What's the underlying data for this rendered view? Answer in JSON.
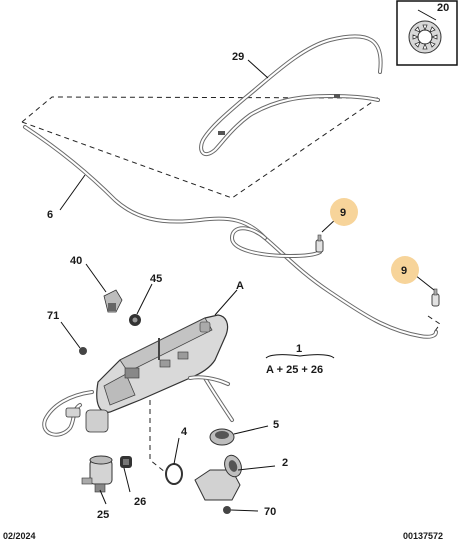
{
  "callouts": [
    {
      "id": "c20",
      "text": "20"
    },
    {
      "id": "c29",
      "text": "29"
    },
    {
      "id": "c6",
      "text": "6"
    },
    {
      "id": "c9a",
      "text": "9",
      "highlight": true
    },
    {
      "id": "c9b",
      "text": "9",
      "highlight": true
    },
    {
      "id": "c40",
      "text": "40"
    },
    {
      "id": "c45",
      "text": "45"
    },
    {
      "id": "cA",
      "text": "A"
    },
    {
      "id": "c71",
      "text": "71"
    },
    {
      "id": "c1",
      "text": "1"
    },
    {
      "id": "c4",
      "text": "4"
    },
    {
      "id": "c5",
      "text": "5"
    },
    {
      "id": "c2",
      "text": "2"
    },
    {
      "id": "c26",
      "text": "26"
    },
    {
      "id": "c25",
      "text": "25"
    },
    {
      "id": "c70",
      "text": "70"
    }
  ],
  "kit_formula": "A + 25 + 26",
  "footer": {
    "date": "02/2024",
    "reference": "00137572"
  },
  "colors": {
    "highlight": "#f7d49a",
    "line": "#111111",
    "pipe": "#6a6a6a",
    "part_fill": "#e8e8e8",
    "part_dark": "#8c8c8c"
  }
}
